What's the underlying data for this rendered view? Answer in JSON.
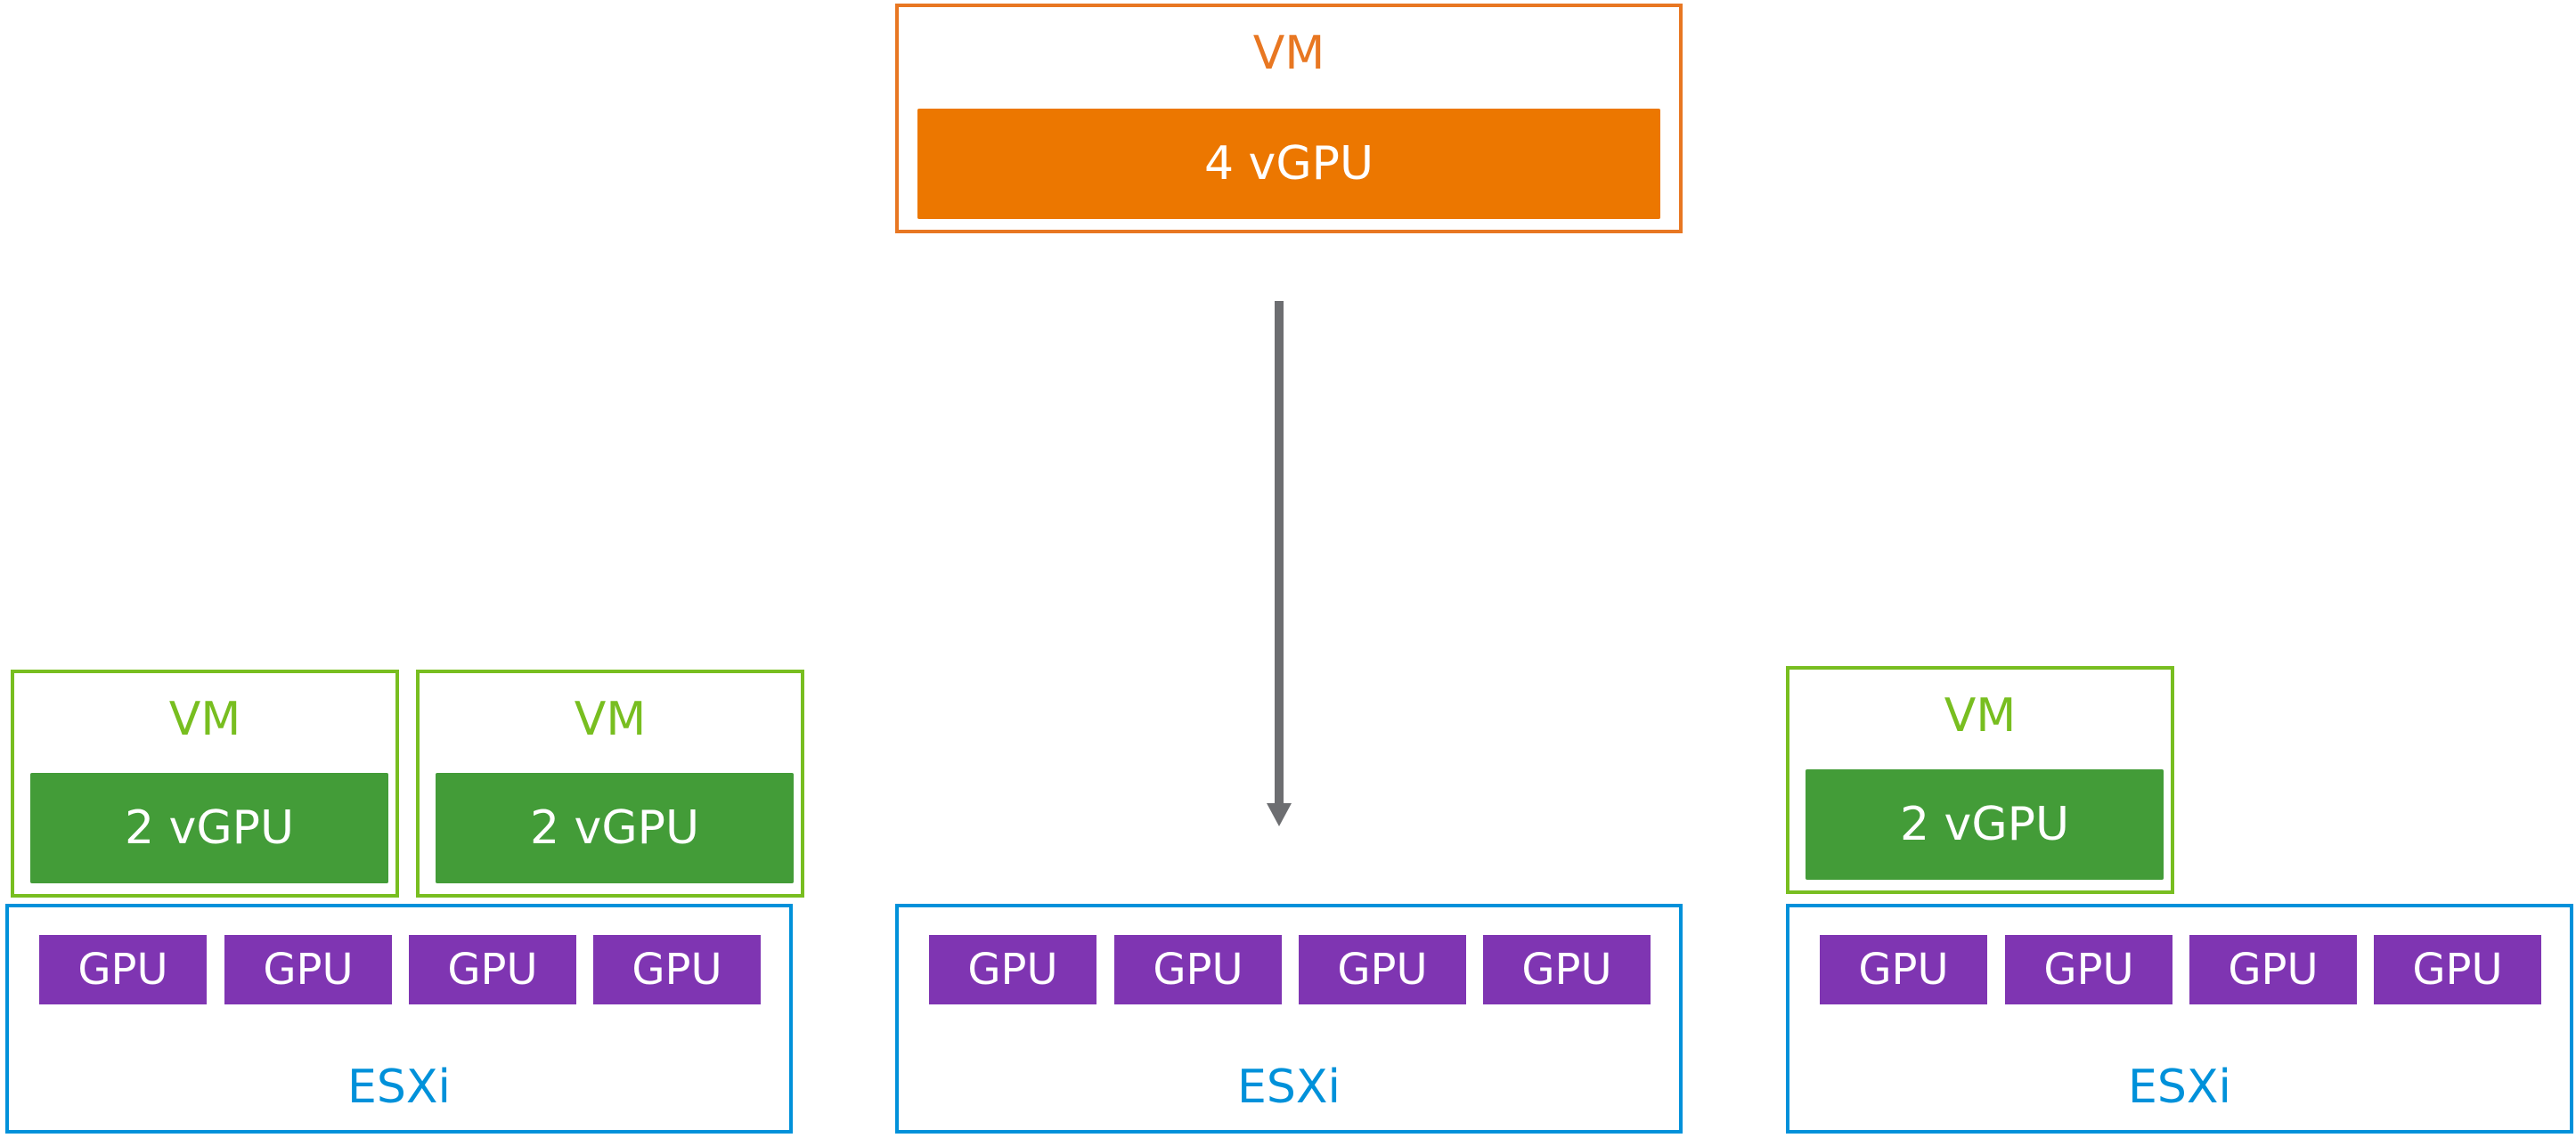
{
  "top_vm": {
    "title": "VM",
    "vgpu": "4 vGPU"
  },
  "hosts": [
    {
      "name": "ESXi",
      "gpus": [
        "GPU",
        "GPU",
        "GPU",
        "GPU"
      ],
      "vms": [
        {
          "title": "VM",
          "vgpu": "2 vGPU"
        },
        {
          "title": "VM",
          "vgpu": "2 vGPU"
        }
      ]
    },
    {
      "name": "ESXi",
      "gpus": [
        "GPU",
        "GPU",
        "GPU",
        "GPU"
      ],
      "vms": []
    },
    {
      "name": "ESXi",
      "gpus": [
        "GPU",
        "GPU",
        "GPU",
        "GPU"
      ],
      "vms": [
        {
          "title": "VM",
          "vgpu": "2 vGPU"
        }
      ]
    }
  ],
  "colors": {
    "migrating_vm": "#E87722",
    "vgpu_orange": "#EC7700",
    "placed_vm": "#78BE20",
    "vgpu_green": "#439C38",
    "host": "#0091DA",
    "gpu": "#7F35B2",
    "arrow": "#6D6E71"
  }
}
